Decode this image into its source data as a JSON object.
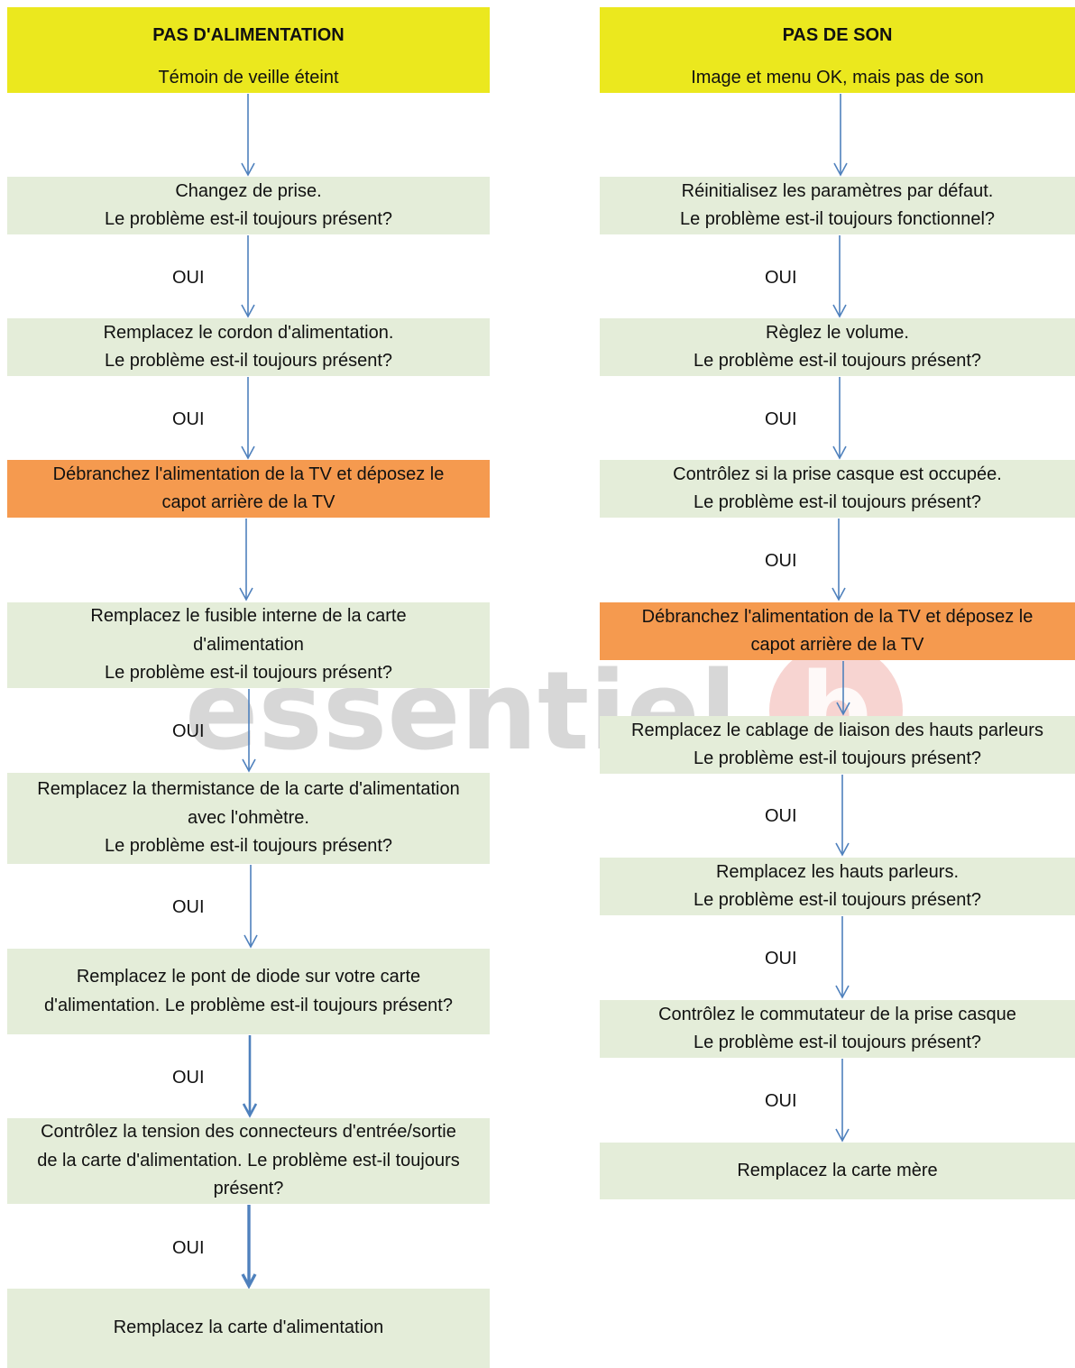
{
  "left_column": {
    "header": {
      "title": "PAS D'ALIMENTATION",
      "subtitle": "Témoin de veille éteint"
    },
    "steps": [
      {
        "lines": [
          "Changez de prise.",
          "Le problème est-il toujours présent?"
        ]
      },
      {
        "lines": [
          "Remplacez le cordon d'alimentation.",
          "Le problème est-il toujours présent?"
        ]
      },
      {
        "lines": [
          "Débranchez l'alimentation de la TV et déposez le",
          "capot arrière de la TV"
        ]
      },
      {
        "lines": [
          "Remplacez le fusible interne de la carte",
          "d'alimentation",
          "Le problème est-il toujours présent?"
        ]
      },
      {
        "lines": [
          "Remplacez la thermistance de la carte d'alimentation",
          "avec l'ohmètre.",
          "Le problème est-il toujours présent?"
        ]
      },
      {
        "lines": [
          "Remplacez le pont de diode sur votre carte",
          "d'alimentation. Le problème est-il toujours présent?"
        ]
      },
      {
        "lines": [
          "Contrôlez la tension des connecteurs d'entrée/sortie",
          "de la carte d'alimentation. Le problème est-il toujours",
          "présent?"
        ]
      },
      {
        "lines": [
          "Remplacez la carte d'alimentation"
        ]
      }
    ],
    "connector_labels": [
      "",
      "OUI",
      "OUI",
      "",
      "OUI",
      "OUI",
      "OUI",
      "OUI"
    ]
  },
  "right_column": {
    "header": {
      "title": "PAS DE SON",
      "subtitle": "Image et menu OK, mais pas de son"
    },
    "steps": [
      {
        "lines": [
          "Réinitialisez les paramètres par défaut.",
          "Le problème est-il toujours fonctionnel?"
        ]
      },
      {
        "lines": [
          "Règlez le volume.",
          "Le problème est-il toujours présent?"
        ]
      },
      {
        "lines": [
          "Contrôlez si la prise casque est occupée.",
          "Le problème est-il toujours présent?"
        ]
      },
      {
        "lines": [
          "Débranchez l'alimentation de la TV et déposez le",
          "capot arrière de la TV"
        ]
      },
      {
        "lines": [
          "Remplacez le cablage de liaison des hauts parleurs",
          "Le problème est-il toujours présent?"
        ]
      },
      {
        "lines": [
          "Remplacez les hauts parleurs.",
          "Le problème est-il toujours présent?"
        ]
      },
      {
        "lines": [
          "Contrôlez le commutateur de la prise casque",
          "Le problème est-il toujours présent?"
        ]
      },
      {
        "lines": [
          "Remplacez la carte mère"
        ]
      }
    ],
    "connector_labels": [
      "",
      "OUI",
      "OUI",
      "OUI",
      "",
      "OUI",
      "OUI",
      "OUI"
    ]
  },
  "watermark": {
    "text": "essentiel",
    "logo_glyph": "b"
  },
  "colors": {
    "header_fill": "#ebe81e",
    "step_fill": "#e4edd9",
    "warning_fill": "#f59a4f",
    "arrow": "#4f81bd",
    "watermark_text": "#c9c9c9",
    "watermark_logo": "#f3c2bd"
  }
}
